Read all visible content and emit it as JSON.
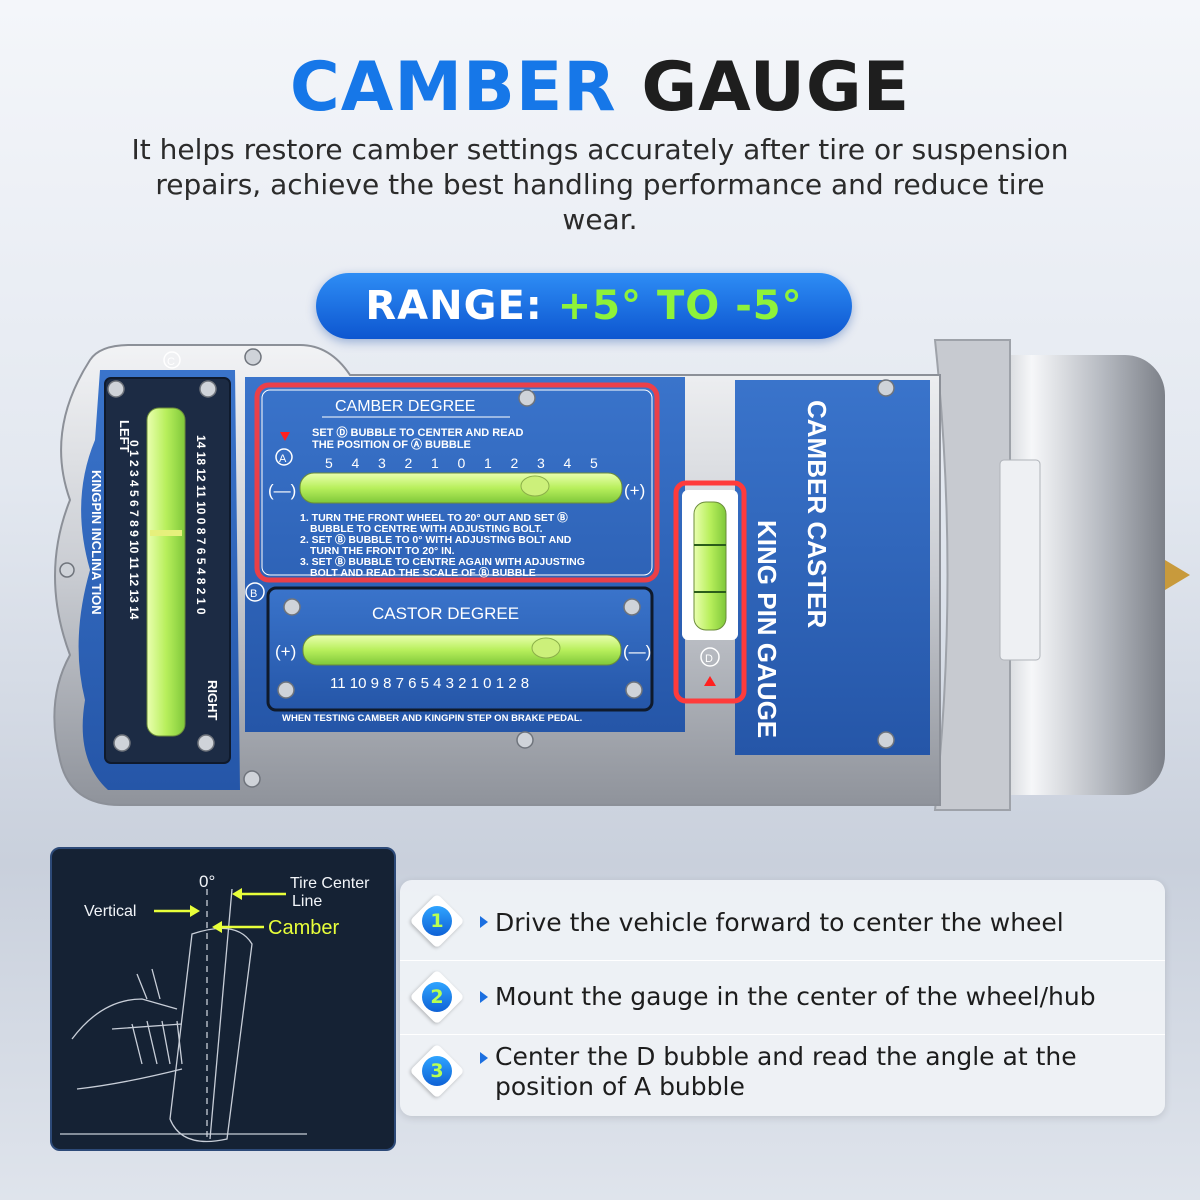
{
  "header": {
    "title_accent": "CAMBER",
    "title_rest": "GAUGE",
    "subtitle": "It helps restore camber settings accurately after tire or suspension repairs, achieve the best handling performance and reduce tire wear."
  },
  "range": {
    "label": "RANGE:",
    "value": "+5° TO -5°"
  },
  "gauge": {
    "camber_title": "CAMBER  DEGREE",
    "camber_instr_1": "SET Ⓓ BUBBLE TO CENTER AND READ",
    "camber_instr_2": "THE  POSITION OF Ⓐ  BUBBLE",
    "camber_scale": [
      "5",
      "4",
      "3",
      "2",
      "1",
      "0",
      "1",
      "2",
      "3",
      "4",
      "5"
    ],
    "minus": "(—)",
    "plus": "(+)",
    "camber_step_1a": "1. TURN THE FRONT WHEEL TO 20° OUT AND SET Ⓑ",
    "camber_step_1b": "BUBBLE TO CENTRE WITH ADJUSTING BOLT.",
    "camber_step_2a": "2. SET Ⓑ BUBBLE TO 0° WITH ADJUSTING BOLT AND",
    "camber_step_2b": "TURN THE FRONT TO 20° IN.",
    "camber_step_3a": "3. SET Ⓑ BUBBLE TO CENTRE AGAIN WITH ADJUSTING",
    "camber_step_3b": "BOLT AND READ THE SCALE OF Ⓑ BUBBLE",
    "castor_title": "CASTOR   DEGREE",
    "castor_scale": "11 10 9 8 7 6 5 4 3 2 1 0 1 2 8",
    "bottom_note": "WHEN TESTING CAMBER AND KINGPIN STEP ON BRAKE PEDAL.",
    "left_label": "LEFT",
    "right_label": "RIGHT",
    "kingpin_label": "KINGPIN  INCLINA TION",
    "kingpin_scale_left": "0 1 2 3 4 5 6 7 8 9 10 11 12 13 14",
    "kingpin_scale_top": "14 18 12 11 10 0 8 7 6 5 4 8 2 1 0",
    "badge_a": "A",
    "badge_b": "B",
    "badge_c": "C",
    "badge_d": "D",
    "side_text_1": "CAMBER CASTER",
    "side_text_2": "KING PIN GAUGE"
  },
  "diagram": {
    "zero_label": "0°",
    "vertical_label": "Vertical",
    "tire_center_label_1": "Tire Center",
    "tire_center_label_2": "Line",
    "camber_label": "Camber"
  },
  "steps": [
    {
      "num": "1",
      "text": "Drive the vehicle forward to center the wheel"
    },
    {
      "num": "2",
      "text": "Mount the gauge in the center of the wheel/hub"
    },
    {
      "num": "3",
      "text": "Center the D bubble and read the angle at the position of A bubble"
    }
  ],
  "colors": {
    "accent": "#1677e8",
    "range_value": "#8ef23a",
    "highlight": "#ff2a2a",
    "gauge_blue": "#2c63b8"
  }
}
